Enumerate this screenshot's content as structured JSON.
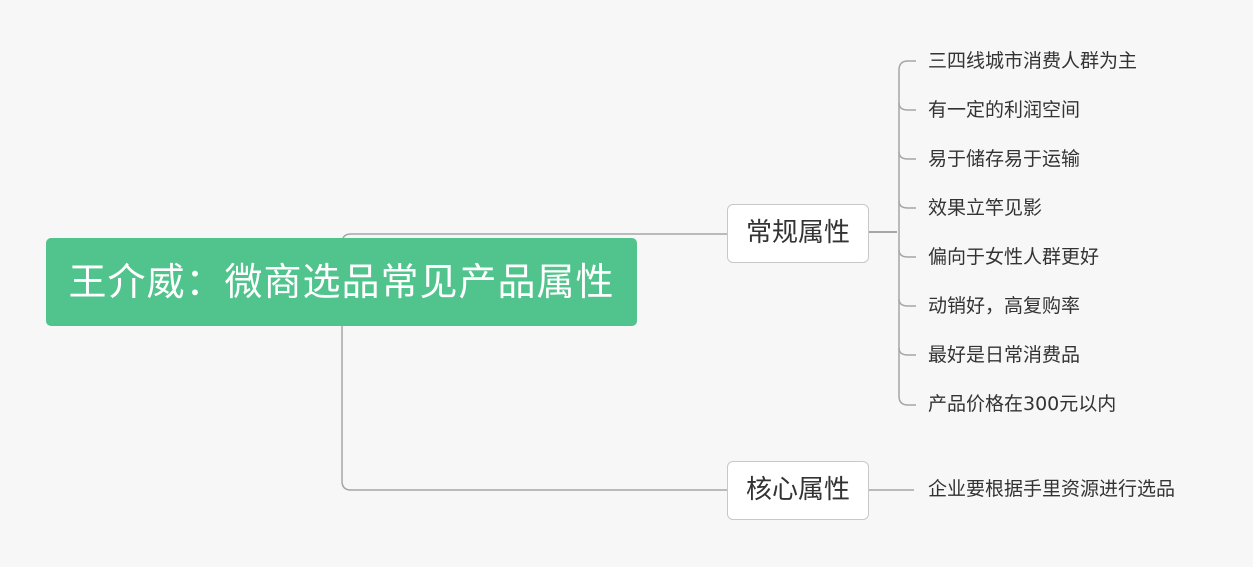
{
  "root": {
    "title": "王介威：微商选品常见产品属性"
  },
  "branches": [
    {
      "label": "常规属性",
      "items": [
        "三四线城市消费人群为主",
        "有一定的利润空间",
        "易于储存易于运输",
        "效果立竿见影",
        "偏向于女性人群更好",
        "动销好，高复购率",
        "最好是日常消费品",
        "产品价格在300元以内"
      ]
    },
    {
      "label": "核心属性",
      "items": [
        "企业要根据手里资源进行选品"
      ]
    }
  ],
  "colors": {
    "root_fill": "#50c48c",
    "connector": "#a6a6a6",
    "background": "#f7f7f7"
  }
}
